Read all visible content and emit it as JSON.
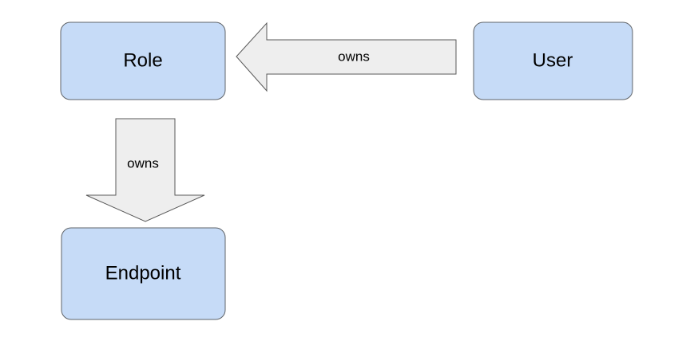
{
  "colors": {
    "node_fill": "#c6dbf7",
    "arrow_fill": "#eeeeee"
  },
  "nodes": {
    "role": {
      "label": "Role"
    },
    "user": {
      "label": "User"
    },
    "endpoint": {
      "label": "Endpoint"
    }
  },
  "edges": [
    {
      "from": "User",
      "to": "Role",
      "label": "owns"
    },
    {
      "from": "Role",
      "to": "Endpoint",
      "label": "owns"
    }
  ]
}
